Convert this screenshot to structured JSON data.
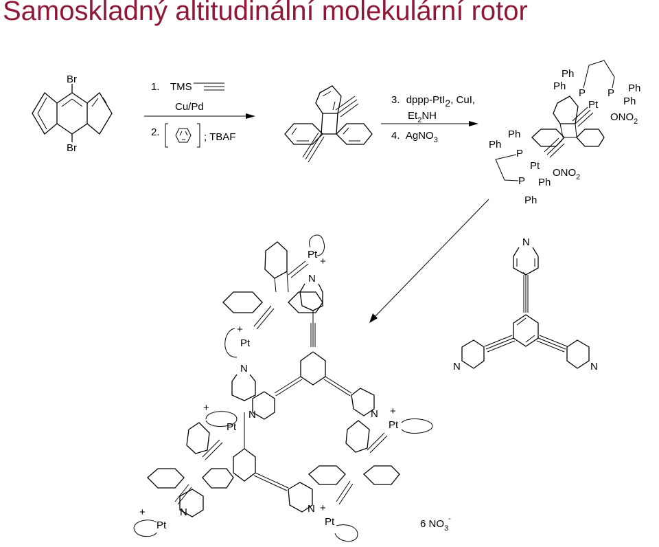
{
  "title": "Samoskladný altitudinální molekulární rotor",
  "start": {
    "sub_top": "Br",
    "sub_bottom": "Br"
  },
  "step1": {
    "num1": "1.",
    "reagent1": "TMS",
    "catalyst": "Cu/Pd",
    "num2": "2.",
    "reagent2": "; TBAF"
  },
  "step2": {
    "num3": "3.",
    "reagent3": "dppp-PtI",
    "reagent3_sub": "2",
    "reagent3_tail": ", CuI,",
    "base": "Et",
    "base_sub": "2",
    "base_tail": "NH",
    "num4": "4.",
    "reagent4": "AgNO",
    "reagent4_sub": "3"
  },
  "complex": {
    "ph": "Ph",
    "p": "P",
    "pt": "Pt",
    "ono": "ONO",
    "ono_sub": "2"
  },
  "assembly": {
    "pt": "Pt",
    "n": "N",
    "plus": "+",
    "counterion": "6 NO",
    "counterion_sub": "3",
    "counterion_sup": "-"
  },
  "ligand": {
    "n": "N"
  }
}
